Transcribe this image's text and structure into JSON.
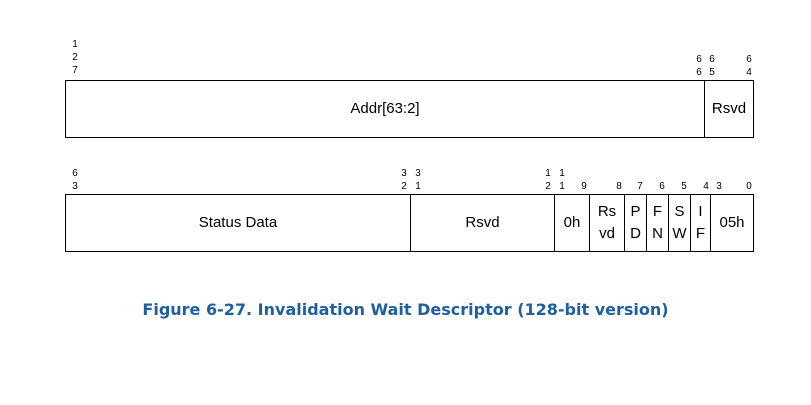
{
  "figure": {
    "caption": "Figure 6-27.  Invalidation Wait Descriptor (128-bit version)"
  },
  "row1": {
    "bits": {
      "b127": [
        "1",
        "2",
        "7"
      ],
      "b65": [
        "6",
        "5"
      ],
      "b66": [
        "6",
        "6"
      ],
      "b64": [
        "6",
        "4"
      ]
    },
    "fields": {
      "addr": "Addr[63:2]",
      "rsvd": "Rsvd"
    }
  },
  "row2": {
    "bits": {
      "b63": [
        "6",
        "3"
      ],
      "b32": [
        "3",
        "2"
      ],
      "b31": [
        "3",
        "1"
      ],
      "b12": [
        "1",
        "2"
      ],
      "b11": [
        "1",
        "1"
      ],
      "b9": "9",
      "b8": "8",
      "b7": "7",
      "b6": "6",
      "b5": "5",
      "b4": "4",
      "b3": "3",
      "b0": "0"
    },
    "fields": {
      "status_data": "Status Data",
      "rsvd": "Rsvd",
      "zero_h": "0h",
      "rsvd2_top": "Rs",
      "rsvd2_bottom": "vd",
      "pd_top": "P",
      "pd_bottom": "D",
      "fn_top": "F",
      "fn_bottom": "N",
      "sw_top": "S",
      "sw_bottom": "W",
      "if_top": "I",
      "if_bottom": "F",
      "type": "05h"
    }
  }
}
